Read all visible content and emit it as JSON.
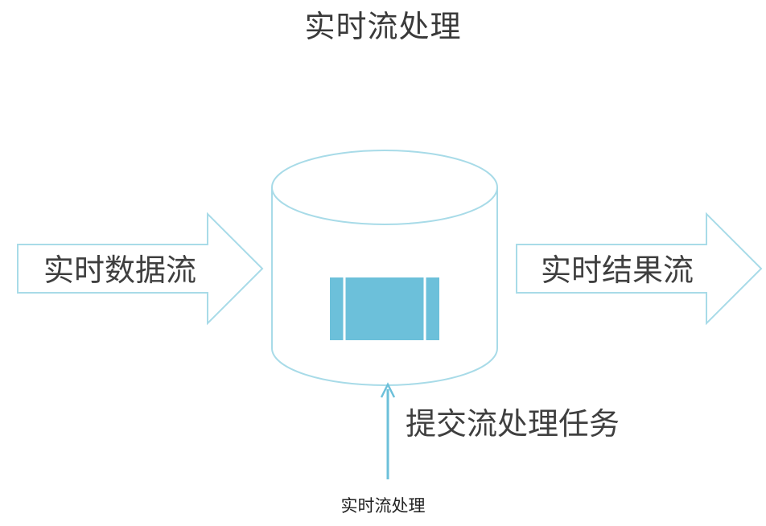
{
  "slide": {
    "title": "实时流处理",
    "input_label": "实时数据流",
    "output_label": "实时结果流",
    "submit_label": "提交流处理任务"
  },
  "caption": "实时流处理",
  "colors": {
    "outline": "#a8dbe8",
    "accent": "#6cc0da",
    "text": "#3f3f3f"
  },
  "icons": [
    "right-arrow-icon",
    "database-cylinder-icon",
    "task-block-icon",
    "up-arrow-icon"
  ]
}
